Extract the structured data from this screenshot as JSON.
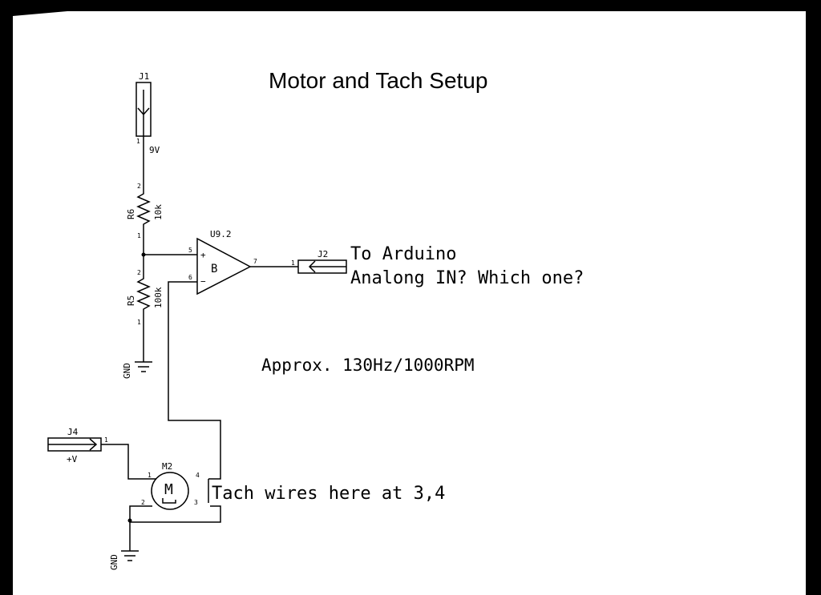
{
  "title": "Motor and Tach Setup",
  "components": {
    "j1": {
      "ref": "J1",
      "net": "9V",
      "pin": "1"
    },
    "r6": {
      "ref": "R6",
      "value": "10k",
      "pin_top": "2",
      "pin_bottom": "1"
    },
    "r5": {
      "ref": "R5",
      "value": "100k",
      "pin_top": "2",
      "pin_bottom": "1"
    },
    "gnd_top": {
      "label": "GND"
    },
    "u9": {
      "ref": "U9.2",
      "unit": "B",
      "pin_plus": "5",
      "pin_minus": "6",
      "pin_out": "7",
      "plus_sign": "+",
      "minus_sign": "−"
    },
    "j2": {
      "ref": "J2",
      "pin": "1"
    },
    "j4": {
      "ref": "J4",
      "net": "+V",
      "pin": "1"
    },
    "m2": {
      "ref": "M2",
      "symbol": "M",
      "pin1": "1",
      "pin2": "2",
      "pin3": "3",
      "pin4": "4"
    },
    "gnd_bottom": {
      "label": "GND"
    }
  },
  "notes": {
    "arduino_line1": "To Arduino",
    "arduino_line2": "Analong IN? Which one?",
    "approx": "Approx. 130Hz/1000RPM",
    "tach": "Tach wires here at 3,4"
  }
}
